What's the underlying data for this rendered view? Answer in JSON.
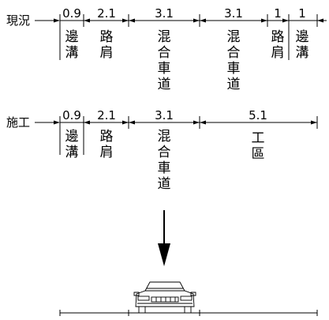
{
  "rows": [
    {
      "label": "現況",
      "segments": [
        {
          "value": "0.9",
          "chars": [
            "邊",
            "溝"
          ]
        },
        {
          "value": "2.1",
          "chars": [
            "路",
            "肩"
          ]
        },
        {
          "value": "3.1",
          "chars": [
            "混",
            "合",
            "車",
            "道"
          ]
        },
        {
          "value": "3.1",
          "chars": [
            "混",
            "合",
            "車",
            "道"
          ]
        },
        {
          "value": "1",
          "chars": [
            "路",
            "肩"
          ]
        },
        {
          "value": "1",
          "chars": [
            "邊",
            "溝"
          ]
        }
      ]
    },
    {
      "label": "施工",
      "segments": [
        {
          "value": "0.9",
          "chars": [
            "邊",
            "溝"
          ]
        },
        {
          "value": "2.1",
          "chars": [
            "路",
            "肩"
          ]
        },
        {
          "value": "3.1",
          "chars": [
            "混",
            "合",
            "車",
            "道"
          ]
        },
        {
          "value": "5.1",
          "chars": [
            "工",
            "區"
          ]
        }
      ]
    }
  ],
  "icons": {
    "direction": "down-arrow-icon",
    "vehicle": "car-front-icon"
  },
  "colors": {
    "ink": "#000000",
    "background": "#ffffff"
  }
}
